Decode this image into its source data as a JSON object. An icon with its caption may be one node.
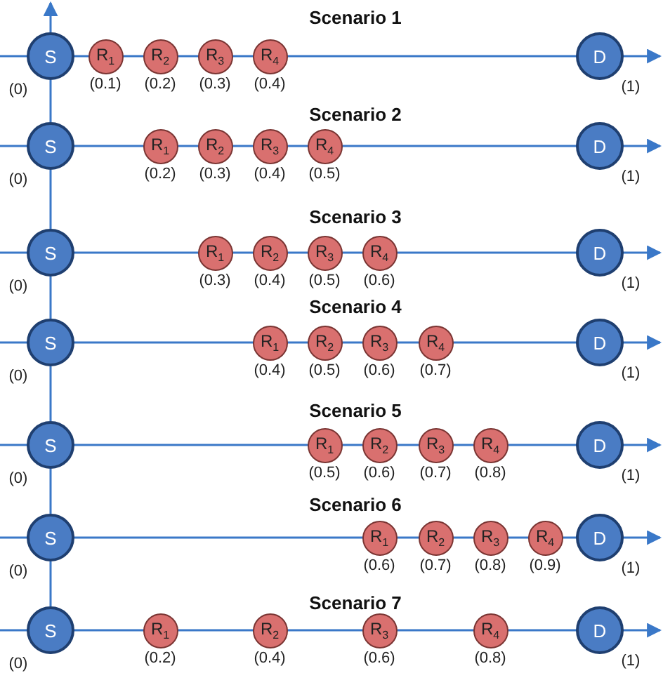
{
  "diagram": {
    "nodes": [
      {
        "text": [
          "S"
        ],
        "beside": [
          "(0)"
        ]
      },
      {
        "text": [
          "R$_{1}$"
        ],
        "beside": [
          "(0.1)"
        ]
      },
      {
        "text": [
          "R$_{2}$"
        ],
        "beside": [
          "(0.2)"
        ]
      },
      {
        "text": [
          "R$_{3}$"
        ],
        "beside": [
          "(0.3)"
        ]
      },
      {
        "text": [
          "R$_{4}$"
        ],
        "beside": [
          "(0.4)"
        ]
      },
      {
        "text": [
          "D"
        ],
        "beside": [
          "(1)"
        ]
      },
      {
        "text": [
          "S"
        ],
        "beside": [
          "(0)"
        ]
      },
      {
        "text": [
          "R$_{1}$"
        ],
        "beside": [
          "(0.2)"
        ]
      },
      {
        "text": [
          "R$_{2}$"
        ],
        "beside": [
          "(0.3)"
        ]
      },
      {
        "text": [
          "R$_{3}$"
        ],
        "beside": [
          "(0.4)"
        ]
      },
      {
        "text": [
          "R$_{4}$"
        ],
        "beside": [
          "(0.5)"
        ]
      },
      {
        "text": [
          "D"
        ],
        "beside": [
          "(1)"
        ]
      },
      {
        "text": [
          "S"
        ],
        "beside": [
          "(0)"
        ]
      },
      {
        "text": [
          "R$_{1}$"
        ],
        "beside": [
          "(0.3)"
        ]
      },
      {
        "text": [
          "R$_{2}$"
        ],
        "beside": [
          "(0.4)"
        ]
      },
      {
        "text": [
          "R$_{3}$"
        ],
        "beside": [
          "(0.5)"
        ]
      },
      {
        "text": [
          "R$_{4}$"
        ],
        "beside": [
          "(0.6)"
        ]
      },
      {
        "text": [
          "D"
        ],
        "beside": [
          "(1)"
        ]
      },
      {
        "text": [
          "S"
        ],
        "beside": [
          "(0)"
        ]
      },
      {
        "text": [
          "R$_{1}$"
        ],
        "beside": [
          "(0.4)"
        ]
      },
      {
        "text": [
          "R$_{2}$"
        ],
        "beside": [
          "(0.5)"
        ]
      },
      {
        "text": [
          "R$_{3}$"
        ],
        "beside": [
          "(0.6)"
        ]
      },
      {
        "text": [
          "R$_{4}$"
        ],
        "beside": [
          "(0.7)"
        ]
      },
      {
        "text": [
          "D"
        ],
        "beside": [
          "(1)"
        ]
      },
      {
        "text": [
          "S"
        ],
        "beside": [
          "(0)"
        ]
      },
      {
        "text": [
          "R$_{1}$"
        ],
        "beside": [
          "(0.5)"
        ]
      },
      {
        "text": [
          "R$_{2}$"
        ],
        "beside": [
          "(0.6)"
        ]
      },
      {
        "text": [
          "R$_{3}$"
        ],
        "beside": [
          "(0.7)"
        ]
      },
      {
        "text": [
          "R$_{4}$"
        ],
        "beside": [
          "(0.8)"
        ]
      },
      {
        "text": [
          "D"
        ],
        "beside": [
          "(1)"
        ]
      },
      {
        "text": [
          "S"
        ],
        "beside": [
          "(0)"
        ]
      },
      {
        "text": [
          "R$_{1}$"
        ],
        "beside": [
          "(0.6)"
        ]
      },
      {
        "text": [
          "R$_{2}$"
        ],
        "beside": [
          "(0.7)"
        ]
      },
      {
        "text": [
          "R$_{3}$"
        ],
        "beside": [
          "(0.8)"
        ]
      },
      {
        "text": [
          "R$_{4}$"
        ],
        "beside": [
          "(0.9)"
        ]
      },
      {
        "text": [
          "D"
        ],
        "beside": [
          "(1)"
        ]
      },
      {
        "text": [
          "S"
        ],
        "beside": [
          "(0)"
        ]
      },
      {
        "text": [
          "R$_{1}$"
        ],
        "beside": [
          "(0.2)"
        ]
      },
      {
        "text": [
          "R$_{2}$"
        ],
        "beside": [
          "(0.4)"
        ]
      },
      {
        "text": [
          "R$_{3}$"
        ],
        "beside": [
          "(0.6)"
        ]
      },
      {
        "text": [
          "R$_{4}$"
        ],
        "beside": [
          "(0.8)"
        ]
      },
      {
        "text": [
          "D"
        ],
        "beside": [
          "(1)"
        ]
      }
    ],
    "edges": [
      {
        "from": 36,
        "to": 30,
        "arrow": "none"
      },
      {
        "from": 30,
        "to": 24,
        "arrow": "none"
      },
      {
        "from": 24,
        "to": 18,
        "arrow": "none"
      },
      {
        "from": 18,
        "to": 12,
        "arrow": "none"
      },
      {
        "from": 12,
        "to": 6,
        "arrow": "none"
      },
      {
        "from": 6,
        "to": 0,
        "arrow": "none"
      },
      {
        "from": 0,
        "to": null,
        "arrow": "to"
      }
    ],
    "labels": [
      "Scenario 1",
      "Scenario 2",
      "Scenario 3",
      "Scenario 4",
      "Scenario 5",
      "Scenario 6",
      "Scenario 7"
    ]
  }
}
